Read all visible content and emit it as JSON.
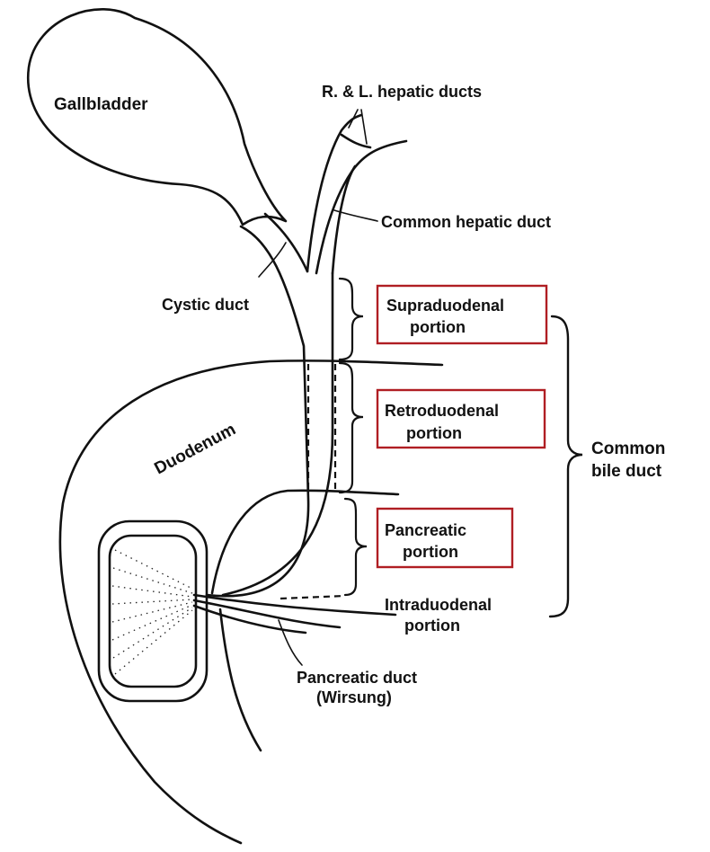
{
  "colors": {
    "line": "#111111",
    "highlight_box": "#b01e23",
    "background": "#ffffff"
  },
  "labels": {
    "gallbladder": "Gallbladder",
    "hepatic_ducts": "R. & L. hepatic ducts",
    "common_hepatic_duct": "Common hepatic duct",
    "cystic_duct": "Cystic duct",
    "supraduodenal_1": "Supraduodenal",
    "supraduodenal_2": "portion",
    "retroduodenal_1": "Retroduodenal",
    "retroduodenal_2": "portion",
    "pancreatic_1": "Pancreatic",
    "pancreatic_2": "portion",
    "intraduodenal_1": "Intraduodenal",
    "intraduodenal_2": "portion",
    "duodenum": "Duodenum",
    "common_bile_duct_1": "Common",
    "common_bile_duct_2": "bile duct",
    "pancreatic_duct_1": "Pancreatic duct",
    "pancreatic_duct_2": "(Wirsung)"
  }
}
